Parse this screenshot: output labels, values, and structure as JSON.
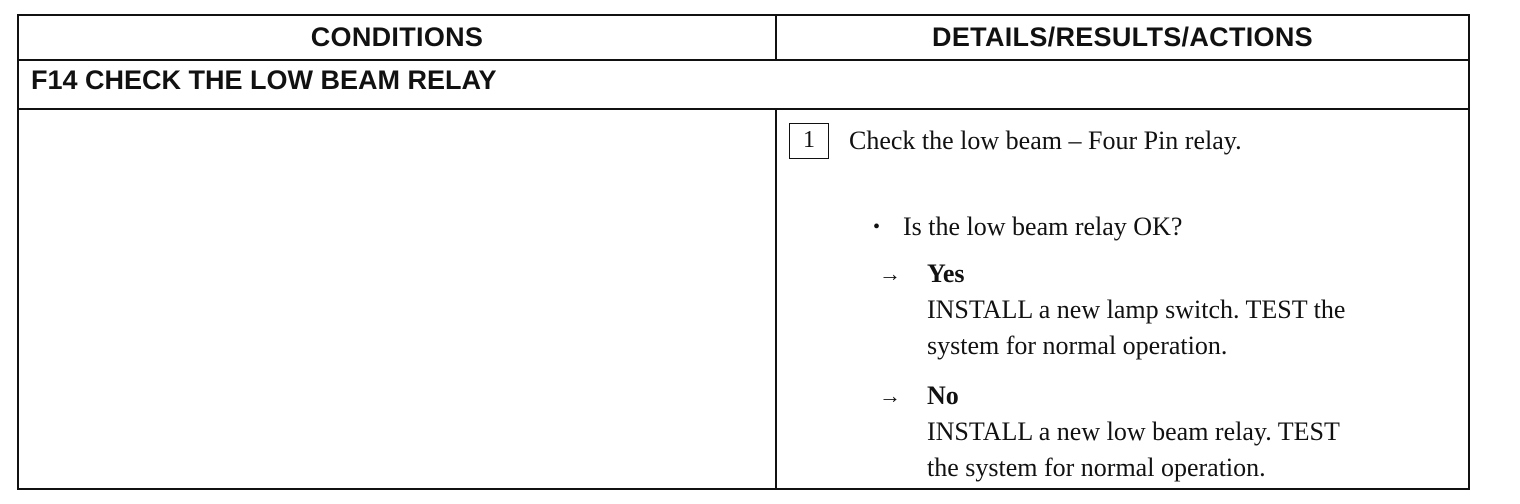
{
  "table": {
    "header": {
      "conditions": "CONDITIONS",
      "details": "DETAILS/RESULTS/ACTIONS"
    },
    "section_title": "F14 CHECK THE LOW BEAM RELAY",
    "step": {
      "number": "1",
      "text": "Check the low beam – Four Pin relay."
    },
    "question": "Is the low beam relay OK?",
    "bullet_glyph": "•",
    "arrow_glyph": "→",
    "answers": {
      "yes": {
        "label": "Yes",
        "line1": "INSTALL a new lamp switch. TEST the",
        "line2": "system for normal operation."
      },
      "no": {
        "label": "No",
        "line1": "INSTALL a new low beam relay. TEST",
        "line2": "the system for normal operation."
      }
    }
  }
}
